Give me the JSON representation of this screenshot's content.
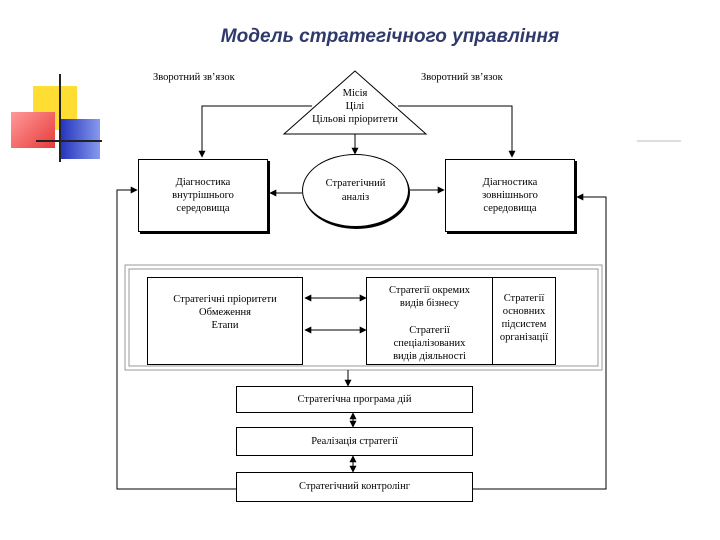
{
  "title": "Модель стратегічного управління",
  "feedback": {
    "left": "Зворотний зв’язок",
    "right": "Зворотний зв’язок"
  },
  "mission": {
    "line1": "Місія",
    "line2": "Цілі",
    "line3": "Цільові пріоритети"
  },
  "internal_diagnostics": "Діагностика\nвнутрішнього\nсередовища",
  "strategic_analysis": "Стратегічний\nаналіз",
  "external_diagnostics": "Діагностика\nзовнішнього\nсередовища",
  "priorities_box": "Стратегічні пріоритети\nОбмеження\nЕтапи",
  "business_strategies": "Стратегії окремих\nвидів бізнесу",
  "specialized_strategies": "Стратегії\nспеціалізованих\nвидів діяльності",
  "subsystem_strategies": "Стратегії\nосновних\nпідсистем\nорганізації",
  "action_program": "Стратегічна програма дій",
  "implementation": "Реалізація стратегії",
  "control": "Стратегічний контролінг",
  "colors": {
    "title": "#2f3a6b",
    "deco_yellow": "#ffdd33",
    "deco_red": "#ee4444",
    "deco_blue": "#3344cc"
  }
}
